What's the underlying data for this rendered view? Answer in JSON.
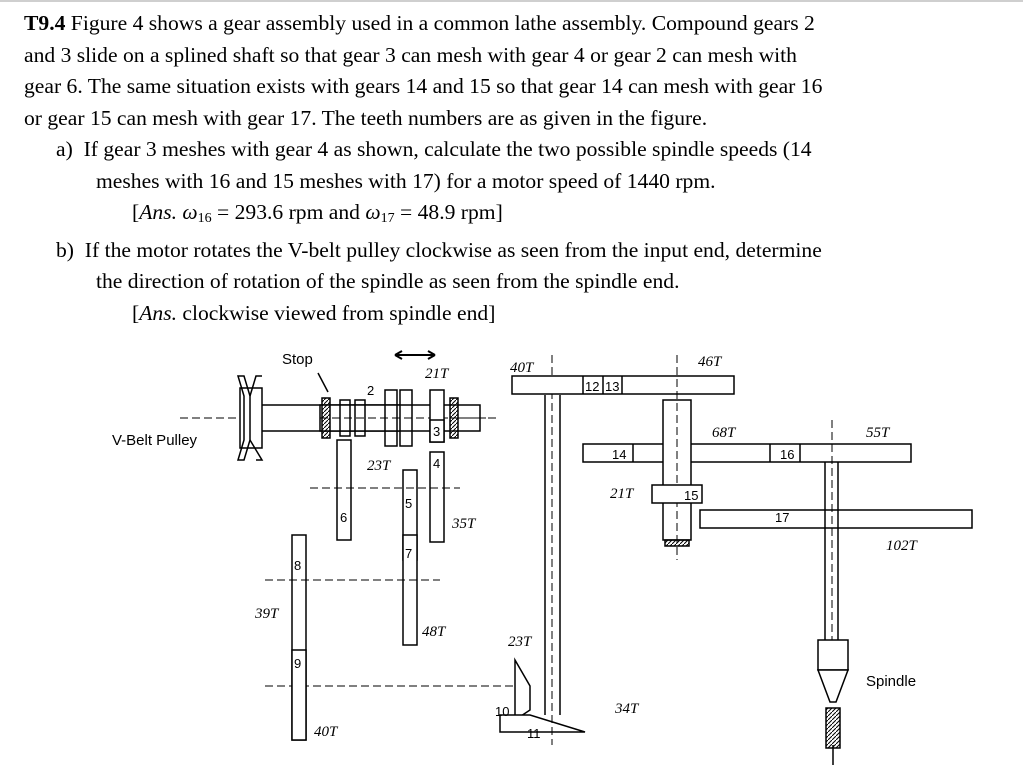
{
  "problem": {
    "number": "T9.4",
    "intro_lines": [
      " Figure 4 shows a gear assembly used in a common lathe assembly. Compound gears 2",
      "and 3 slide on a splined shaft so that gear 3 can mesh with gear 4 or gear 2 can mesh with",
      "gear 6. The same situation exists with gears 14 and 15 so that gear 14 can mesh with gear 16",
      "or gear 15 can mesh with gear 17. The teeth numbers are as given in the figure."
    ],
    "part_a": {
      "marker": "a)",
      "lines": [
        "If gear 3 meshes with gear 4 as shown, calculate the two possible spindle speeds (14",
        "meshes with 16 and 15 meshes with 17) for a motor speed of 1440 rpm."
      ],
      "answer": {
        "open": "[",
        "ans_word": "Ans.",
        "omega1": "ω",
        "sub1": "16",
        "mid": " = 293.6 rpm and ",
        "omega2": "ω",
        "sub2": "17",
        "end": " = 48.9 rpm]"
      }
    },
    "part_b": {
      "marker": "b)",
      "lines": [
        "If the motor rotates the V-belt pulley clockwise as seen from the input end, determine",
        "the direction of rotation of the spindle as seen from the spindle end."
      ],
      "answer": {
        "open": "[",
        "ans_word": "Ans.",
        "rest": " clockwise viewed from spindle end]"
      }
    }
  },
  "figure": {
    "labels": {
      "vbelt": "V-Belt Pulley",
      "stop": "Stop",
      "spindle": "Spindle",
      "g2": "2",
      "g3": "3",
      "g4": "4",
      "g5": "5",
      "g6": "6",
      "g7": "7",
      "g8": "8",
      "g9": "9",
      "g10": "10",
      "g11": "11",
      "g12": "12",
      "g13": "13",
      "g14": "14",
      "g15": "15",
      "g16": "16",
      "g17": "17",
      "t21a": "21T",
      "t23a": "23T",
      "t35": "35T",
      "t39": "39T",
      "t48": "48T",
      "t40a": "40T",
      "t40b": "40T",
      "t23b": "23T",
      "t34": "34T",
      "t46": "46T",
      "t68": "68T",
      "t21b": "21T",
      "t55": "55T",
      "t102": "102T"
    }
  }
}
